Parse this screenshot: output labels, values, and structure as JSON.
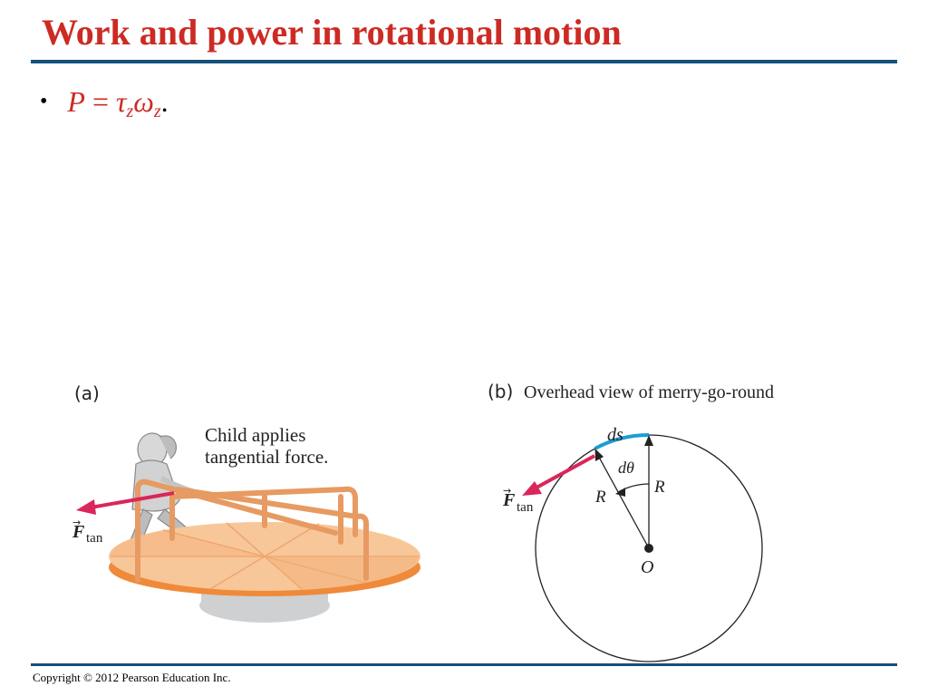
{
  "slide": {
    "title": "Work and power in rotational motion",
    "bullet_marker": "•",
    "equation": {
      "lhs": "P",
      "equals": "=",
      "tau": "τ",
      "tau_sub": "z",
      "omega": "ω",
      "omega_sub": "z",
      "period": "."
    }
  },
  "figure_a": {
    "panel_label": "(a)",
    "caption_line1": "Child applies",
    "caption_line2": "tangential force.",
    "force_symbol": "F",
    "force_arrow": "→",
    "force_sub": "tan"
  },
  "figure_b": {
    "panel_label": "(b)",
    "caption": "Overhead view of merry-go-round",
    "ds_label": "ds",
    "dtheta_label": "dθ",
    "radius_label_left": "R",
    "radius_label_right": "R",
    "center_label": "O",
    "force_symbol": "F",
    "force_arrow": "→",
    "force_sub": "tan"
  },
  "colors": {
    "title": "#cc2b24",
    "rule": "#16507c",
    "force_arrow": "#d9275a",
    "arc_ds": "#1e9bd7",
    "platform_top": "#f7c79a",
    "platform_edge": "#ef8a3a",
    "rails": "#e79a61"
  },
  "footer": {
    "copyright": "Copyright © 2012 Pearson Education Inc."
  }
}
